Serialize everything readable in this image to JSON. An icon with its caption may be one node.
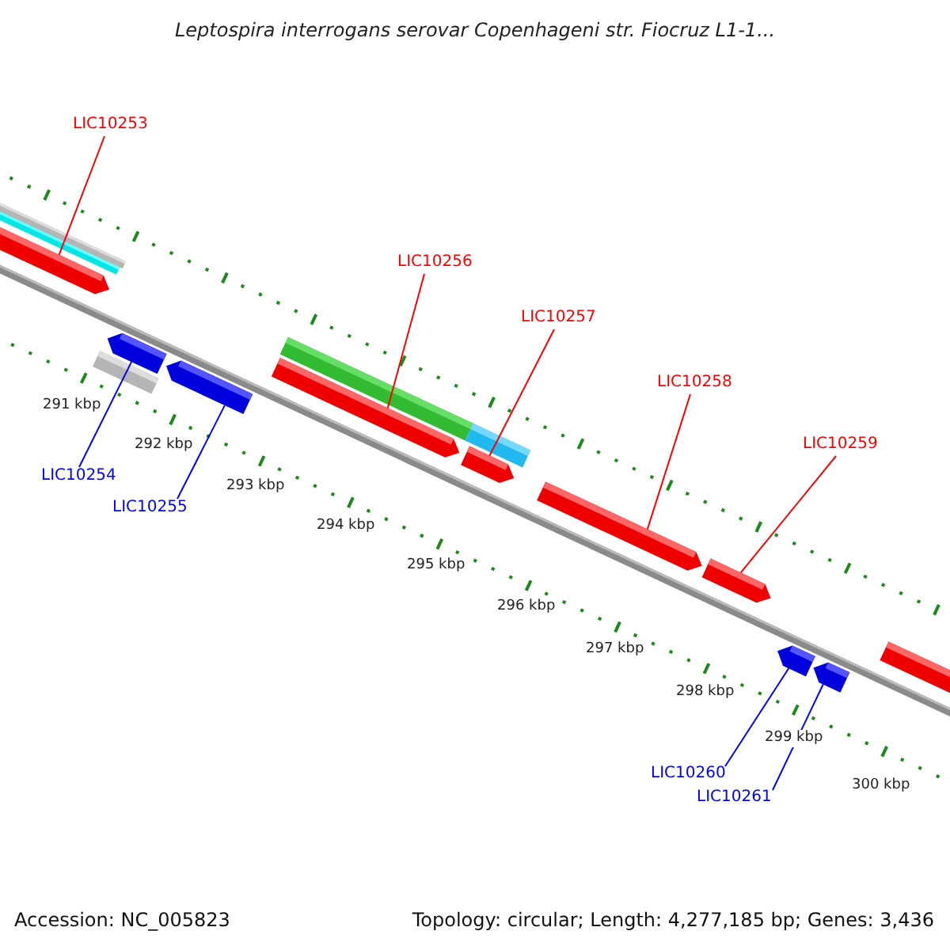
{
  "diagram": {
    "title": "Leptospira interrogans serovar Copenhageni str. Fiocruz L1-1...",
    "nodes": [
      {
        "text": [
          "LIC10253"
        ]
      },
      {
        "text": [
          "LIC10256"
        ]
      },
      {
        "text": [
          "LIC10257"
        ]
      },
      {
        "text": [
          "LIC10258"
        ]
      },
      {
        "text": [
          "LIC10259"
        ]
      },
      {
        "text": [
          "LIC10254"
        ]
      },
      {
        "text": [
          "LIC10255"
        ]
      },
      {
        "text": [
          "LIC10260"
        ]
      },
      {
        "text": [
          "LIC10261"
        ]
      },
      {
        "text": [],
        "shape": "pentagon"
      },
      {
        "text": [],
        "shape": "pentagon"
      },
      {
        "text": [],
        "shape": "pentagon"
      },
      {
        "text": [],
        "shape": "pentagon"
      },
      {
        "text": [],
        "shape": "pentagon"
      },
      {
        "text": [],
        "shape": "pentagon"
      },
      {
        "text": [],
        "shape": "pentagon"
      },
      {
        "text": [],
        "shape": "pentagon"
      },
      {
        "text": [],
        "shape": "pentagon"
      },
      {
        "text": [],
        "shape": "pentagon"
      }
    ],
    "edges": [
      {
        "from": 0,
        "to": 9,
        "arrow": "none"
      },
      {
        "from": 1,
        "to": 12,
        "arrow": "none"
      },
      {
        "from": 2,
        "to": 13,
        "arrow": "none"
      },
      {
        "from": 3,
        "to": 14,
        "arrow": "none"
      },
      {
        "from": 4,
        "to": 15,
        "arrow": "none"
      },
      {
        "from": 5,
        "to": 10,
        "arrow": "none",
        "color": "#0000ff"
      },
      {
        "from": 6,
        "to": 11,
        "arrow": "none",
        "color": "#0000ff"
      },
      {
        "from": 7,
        "to": 16,
        "arrow": "none",
        "color": "#0000ff"
      },
      {
        "from": 8,
        "to": 17,
        "arrow": "none",
        "color": "#0000ff"
      }
    ],
    "labels": [
      "291 kbp",
      "292 kbp",
      "293 kbp",
      "294 kbp",
      "295 kbp",
      "296 kbp",
      "297 kbp",
      "298 kbp",
      "299 kbp",
      "300 kbp",
      "Accession: NC_005823",
      "Topology: circular; Length: 4,277,185 bp; Genes: 3,436"
    ]
  }
}
